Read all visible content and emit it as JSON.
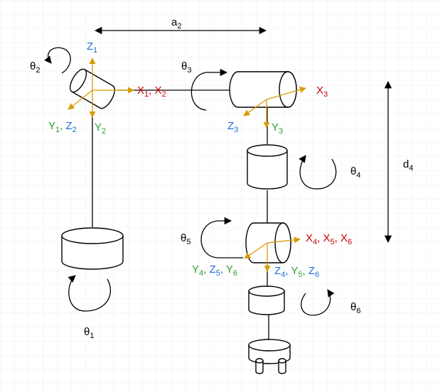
{
  "colors": {
    "background": "#ffffff",
    "grid": "#ececec",
    "outline": "#000000",
    "axis_arrow": "#d79b00",
    "x_axis_label": "#cc0000",
    "y_axis_label": "#2aa02a",
    "z_axis_label": "#1f6fd6"
  },
  "labels": {
    "a2": {
      "base": "a",
      "sub": "2"
    },
    "d4": {
      "base": "d",
      "sub": "4"
    },
    "theta1": {
      "base": "θ",
      "sub": "1"
    },
    "theta2": {
      "base": "θ",
      "sub": "2"
    },
    "theta3": {
      "base": "θ",
      "sub": "3"
    },
    "theta4": {
      "base": "θ",
      "sub": "4"
    },
    "theta5": {
      "base": "θ",
      "sub": "5"
    },
    "theta6": {
      "base": "θ",
      "sub": "6"
    },
    "z1": {
      "base": "Z",
      "sub": "1"
    },
    "x1x2": {
      "a": "X",
      "a_sub": "1",
      "sep": ", ",
      "b": "X",
      "b_sub": "2"
    },
    "y1z2": {
      "a": "Y",
      "a_sub": "1",
      "sep": ", ",
      "b": "Z",
      "b_sub": "2"
    },
    "y2": {
      "base": "Y",
      "sub": "2"
    },
    "x3": {
      "base": "X",
      "sub": "3"
    },
    "z3": {
      "base": "Z",
      "sub": "3"
    },
    "y3": {
      "base": "Y",
      "sub": "3"
    },
    "x4x5x6": {
      "a": "X",
      "a_sub": "4",
      "sep1": ", ",
      "b": "X",
      "b_sub": "5",
      "sep2": ", ",
      "c": "X",
      "c_sub": "6"
    },
    "y4z5y6": {
      "a": "Y",
      "a_sub": "4",
      "sep1": ", ",
      "b": "Z",
      "b_sub": "5",
      "sep2": ", ",
      "c": "Y",
      "c_sub": "6"
    },
    "z4y5z6": {
      "a": "Z",
      "a_sub": "4",
      "sep1": ", ",
      "b": "Y",
      "b_sub": "5",
      "sep2": ", ",
      "c": "Z",
      "c_sub": "6"
    }
  }
}
